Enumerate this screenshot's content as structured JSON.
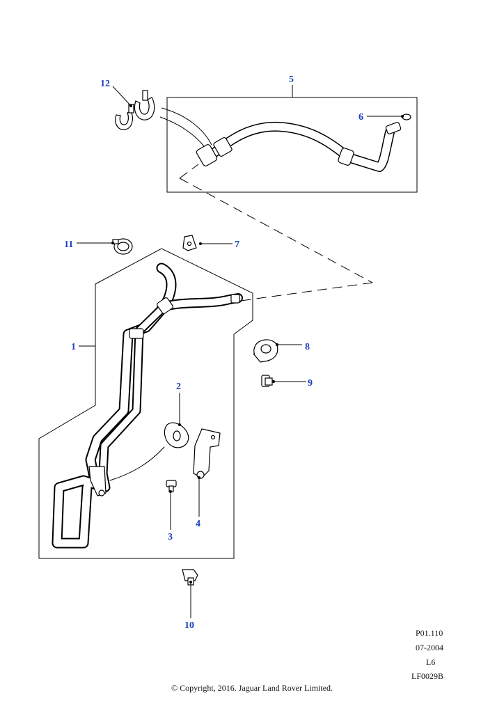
{
  "callouts": {
    "c1": "1",
    "c2": "2",
    "c3": "3",
    "c4": "4",
    "c5": "5",
    "c6": "6",
    "c7": "7",
    "c8": "8",
    "c9": "9",
    "c10": "10",
    "c11": "11",
    "c12": "12"
  },
  "reference": {
    "code": "P01.110",
    "date": "07-2004",
    "engine": "L6",
    "figure": "LF0029B"
  },
  "copyright": "© Copyright, 2016. Jaguar Land Rover Limited.",
  "colors": {
    "callout": "#1a3fbf",
    "line": "#000000"
  }
}
